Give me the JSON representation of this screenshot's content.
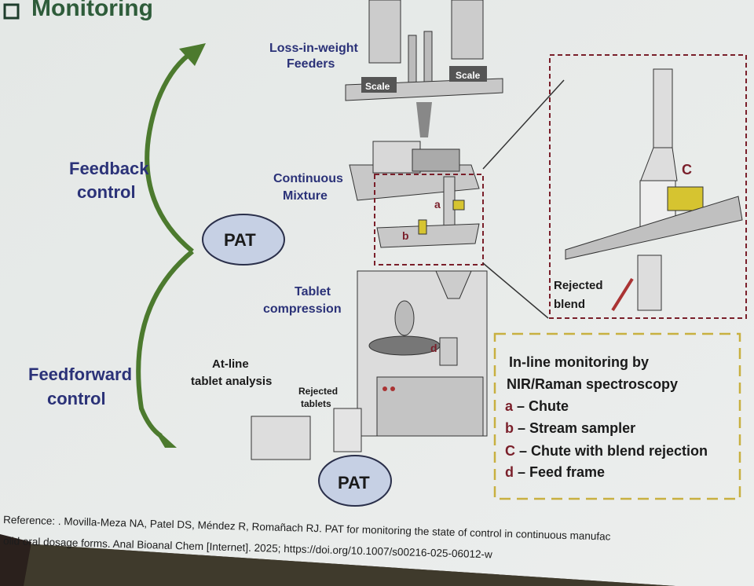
{
  "slide": {
    "title": "Monitoring",
    "feedback_label_1": "Feedback",
    "feedback_label_2": "control",
    "feedforward_label_1": "Feedforward",
    "feedforward_label_2": "control",
    "pat_top": "PAT",
    "pat_bottom": "PAT",
    "feeders_1": "Loss-in-weight",
    "feeders_2": "Feeders",
    "scale_left": "Scale",
    "scale_right": "Scale",
    "mixture_1": "Continuous",
    "mixture_2": "Mixture",
    "tablet_1": "Tablet",
    "tablet_2": "compression",
    "atline_1": "At-line",
    "atline_2": "tablet analysis",
    "rejected_tablets_1": "Rejected",
    "rejected_tablets_2": "tablets",
    "marker_a": "a",
    "marker_b": "b",
    "marker_c": "C",
    "marker_d": "d",
    "rejected_blend_1": "Rejected",
    "rejected_blend_2": "blend"
  },
  "legend": {
    "title_1": "In-line monitoring by",
    "title_2": "NIR/Raman spectroscopy",
    "items": [
      {
        "key": "a",
        "text": " – Chute"
      },
      {
        "key": "b",
        "text": " – Stream sampler"
      },
      {
        "key": "C",
        "text": " – Chute with blend  rejection"
      },
      {
        "key": "d",
        "text": " – Feed frame"
      }
    ]
  },
  "reference": {
    "line1": "Reference: . Movilla-Meza NA, Patel DS, Méndez R, Romañach RJ. PAT for monitoring the state of control in continuous manufac",
    "line2": "olid oral dosage forms. Anal Bioanal Chem [Internet]. 2025; https://doi.org/10.1007/s00216-025-06012-w"
  },
  "colors": {
    "arrow": "#4c7a2e",
    "label": "#2b3278",
    "pat_fill": "#c6d0e4",
    "marker": "#7a1f2a",
    "legend_border": "#c8b040"
  }
}
